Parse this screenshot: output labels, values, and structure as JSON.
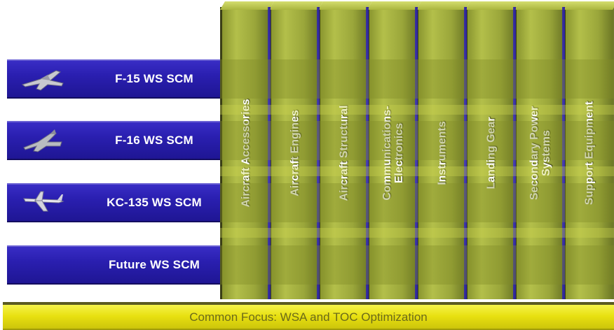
{
  "weapon_systems": [
    {
      "label": "F-15 WS SCM",
      "icon": "fighter-jet-icon"
    },
    {
      "label": "F-16 WS SCM",
      "icon": "fighter-jet-icon"
    },
    {
      "label": "KC-135 WS SCM",
      "icon": "tanker-aircraft-icon"
    },
    {
      "label": "Future WS SCM",
      "icon": ""
    }
  ],
  "commodities": [
    {
      "line1": "Aircraft Accessories",
      "line2": ""
    },
    {
      "line1": "Aircraft Engines",
      "line2": ""
    },
    {
      "line1": "Aircraft Structural",
      "line2": ""
    },
    {
      "line1": "Communications-",
      "line2": "Electronics"
    },
    {
      "line1": "Instruments",
      "line2": ""
    },
    {
      "line1": "Landing Gear",
      "line2": ""
    },
    {
      "line1": "Secondary Power",
      "line2": "Systems"
    },
    {
      "line1": "Support Equipment",
      "line2": ""
    }
  ],
  "footer": {
    "text": "Common Focus:  WSA and TOC Optimization"
  },
  "colors": {
    "bar_blue": "#2a1fb0",
    "pillar_olive": "#9aa63a",
    "focus_yellow": "#e8e010"
  }
}
